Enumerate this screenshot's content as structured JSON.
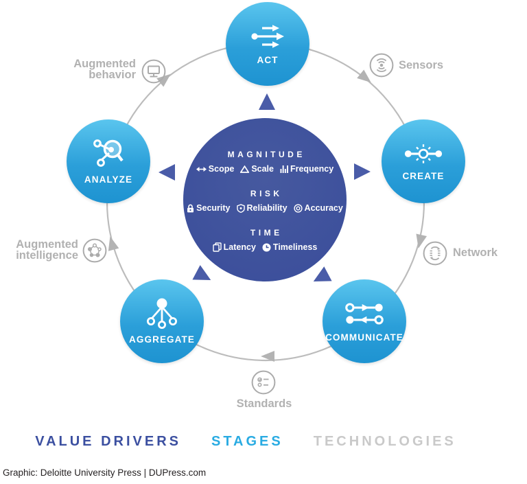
{
  "stages": [
    {
      "label": "ACT",
      "icon": "act-arrows-icon"
    },
    {
      "label": "CREATE",
      "icon": "create-spark-icon"
    },
    {
      "label": "COMMUNICATE",
      "icon": "communicate-exchange-icon"
    },
    {
      "label": "AGGREGATE",
      "icon": "aggregate-hub-icon"
    },
    {
      "label": "ANALYZE",
      "icon": "analyze-magnifier-icon"
    }
  ],
  "value_drivers": {
    "groups": [
      {
        "header": "MAGNITUDE",
        "items": [
          {
            "label": "Scope",
            "icon": "horizontal-arrow-icon"
          },
          {
            "label": "Scale",
            "icon": "triangle-icon"
          },
          {
            "label": "Frequency",
            "icon": "frequency-bars-icon"
          }
        ]
      },
      {
        "header": "RISK",
        "items": [
          {
            "label": "Security",
            "icon": "lock-icon"
          },
          {
            "label": "Reliability",
            "icon": "shield-icon"
          },
          {
            "label": "Accuracy",
            "icon": "target-icon"
          }
        ]
      },
      {
        "header": "TIME",
        "items": [
          {
            "label": "Latency",
            "icon": "layers-icon"
          },
          {
            "label": "Timeliness",
            "icon": "clock-icon"
          }
        ]
      }
    ]
  },
  "technologies": [
    {
      "label": "Augmented behavior",
      "icon": "monitor-icon"
    },
    {
      "label": "Sensors",
      "icon": "sensor-waves-icon"
    },
    {
      "label": "Network",
      "icon": "network-sync-icon"
    },
    {
      "label": "Standards",
      "icon": "checklist-icon"
    },
    {
      "label": "Augmented intelligence",
      "icon": "node-graph-icon"
    }
  ],
  "legend": {
    "items": [
      {
        "label": "VALUE DRIVERS",
        "color": "#3b4fa0"
      },
      {
        "label": "STAGES",
        "color": "#29abe2"
      },
      {
        "label": "TECHNOLOGIES",
        "color": "#c9c9c9"
      }
    ]
  },
  "credit": "Graphic: Deloitte University Press  |  DUPress.com",
  "colors": {
    "stage_gradient_top": "#5ac5ee",
    "stage_gradient_bottom": "#1e93d1",
    "center_circle": "#3d509c",
    "flow_triangle": "#4a5ca8",
    "ring": "#bcbcbc",
    "gray_label": "#b1b1b1"
  }
}
